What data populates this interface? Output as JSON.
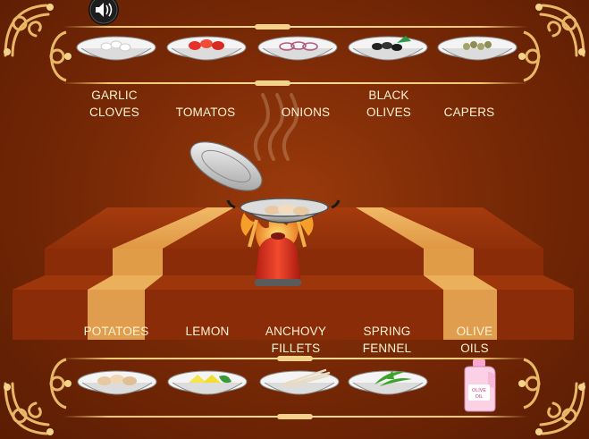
{
  "game": {
    "top_ingredients": [
      {
        "label": "GARLIC\nCLOVES",
        "icon": "garlic-cloves-bowl-icon"
      },
      {
        "label": "TOMATOS",
        "icon": "tomatoes-bowl-icon"
      },
      {
        "label": "ONIONS",
        "icon": "onions-bowl-icon"
      },
      {
        "label": "BLACK\nOLIVES",
        "icon": "black-olives-bowl-icon"
      },
      {
        "label": "CAPERS",
        "icon": "capers-bowl-icon"
      }
    ],
    "bottom_ingredients": [
      {
        "label": "POTATOES",
        "icon": "potatoes-bowl-icon"
      },
      {
        "label": "LEMON",
        "icon": "lemon-bowl-icon"
      },
      {
        "label": "ANCHOVY\nFILLETS",
        "icon": "anchovy-fillets-bowl-icon"
      },
      {
        "label": "SPRING\nFENNEL",
        "icon": "spring-fennel-bowl-icon"
      },
      {
        "label": "OLIVE\nOILS",
        "icon": "olive-oil-bottle-icon"
      }
    ],
    "bottle_text": "OLIVE\nOIL",
    "sound_icon": "speaker-icon",
    "colors": {
      "background": "#7a2a06",
      "stage_top": "#a43a0d",
      "stage_front": "#8c2e08",
      "spotlight": "#f3b55c",
      "gold": "#f0c86e",
      "label_text": "#fff4d6"
    }
  }
}
